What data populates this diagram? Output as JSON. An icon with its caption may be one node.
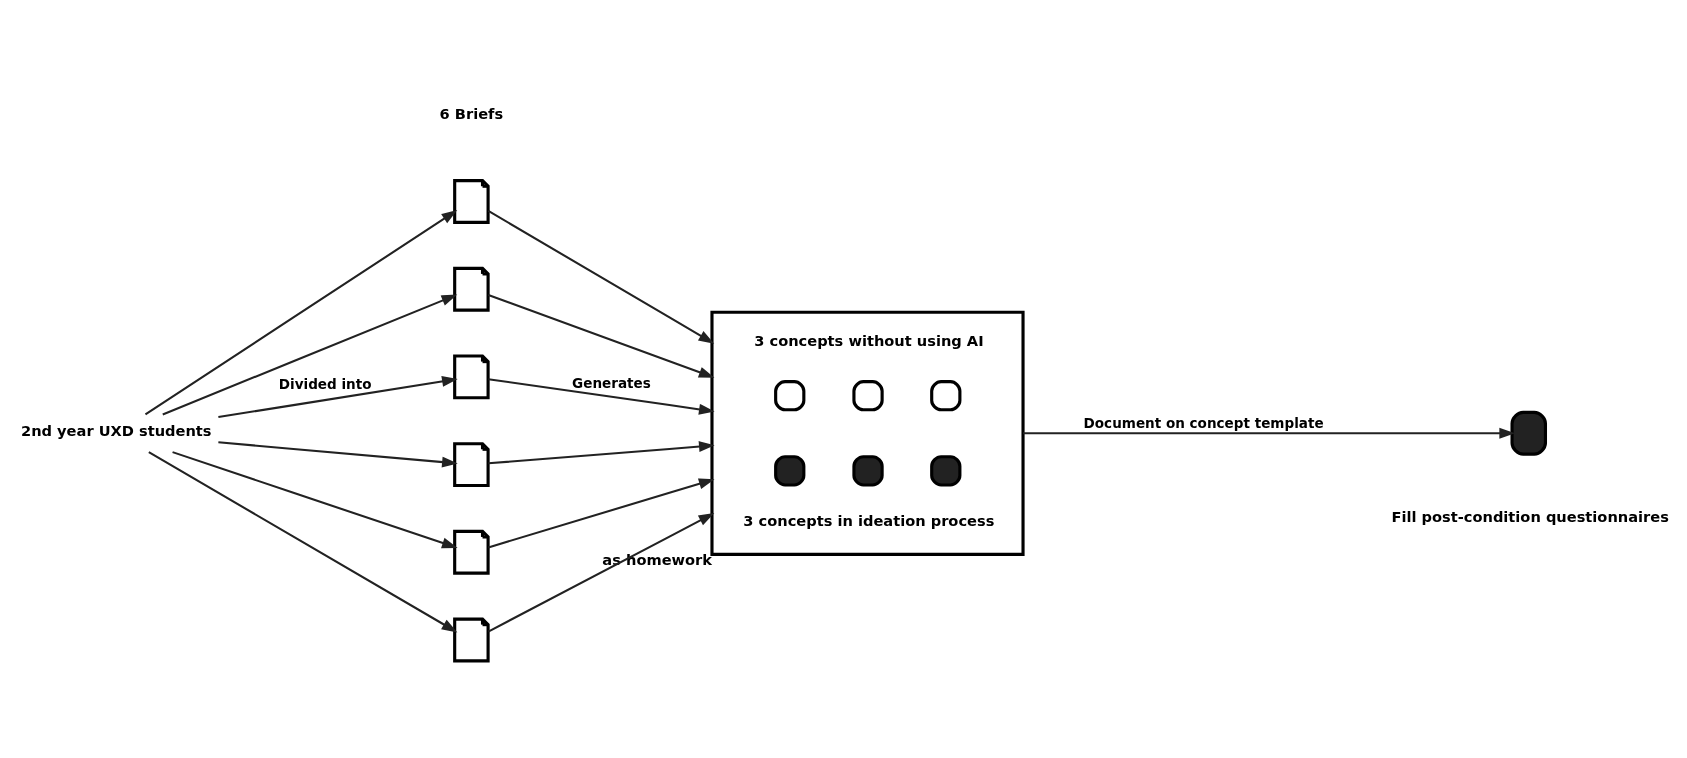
{
  "diagram": {
    "nodes": [
      {
        "text": [
          "2nd year UXD students"
        ]
      },
      {
        "text": [],
        "shape": "document"
      },
      {
        "text": [],
        "shape": "document"
      },
      {
        "text": [],
        "shape": "document"
      },
      {
        "text": [],
        "shape": "document"
      },
      {
        "text": [],
        "shape": "document"
      },
      {
        "text": [],
        "shape": "document"
      },
      {
        "text": [
          "3 concepts without using AI",
          "3 concepts in ideation process"
        ],
        "beside": [
          "as homework"
        ]
      },
      {
        "text": [],
        "shape": "box"
      }
    ],
    "edges": [
      {
        "from": 0,
        "to": 1,
        "arrow": "to"
      },
      {
        "from": 0,
        "to": 2,
        "arrow": "to"
      },
      {
        "from": 0,
        "to": 3,
        "arrow": "to",
        "label": "Divided into"
      },
      {
        "from": 0,
        "to": 4,
        "arrow": "to"
      },
      {
        "from": 0,
        "to": 5,
        "arrow": "to"
      },
      {
        "from": 0,
        "to": 6,
        "arrow": "to"
      },
      {
        "from": 1,
        "to": 7,
        "arrow": "to"
      },
      {
        "from": 2,
        "to": 7,
        "arrow": "to"
      },
      {
        "from": 3,
        "to": 7,
        "arrow": "to",
        "label": "Generates"
      },
      {
        "from": 4,
        "to": 7,
        "arrow": "to"
      },
      {
        "from": 5,
        "to": 7,
        "arrow": "to"
      },
      {
        "from": 6,
        "to": 7,
        "arrow": "to"
      },
      {
        "from": 7,
        "to": 8,
        "arrow": "to",
        "label": "Document on concept template"
      }
    ],
    "labels": [
      "6 Briefs",
      "Fill post-condition questionnaires"
    ]
  }
}
